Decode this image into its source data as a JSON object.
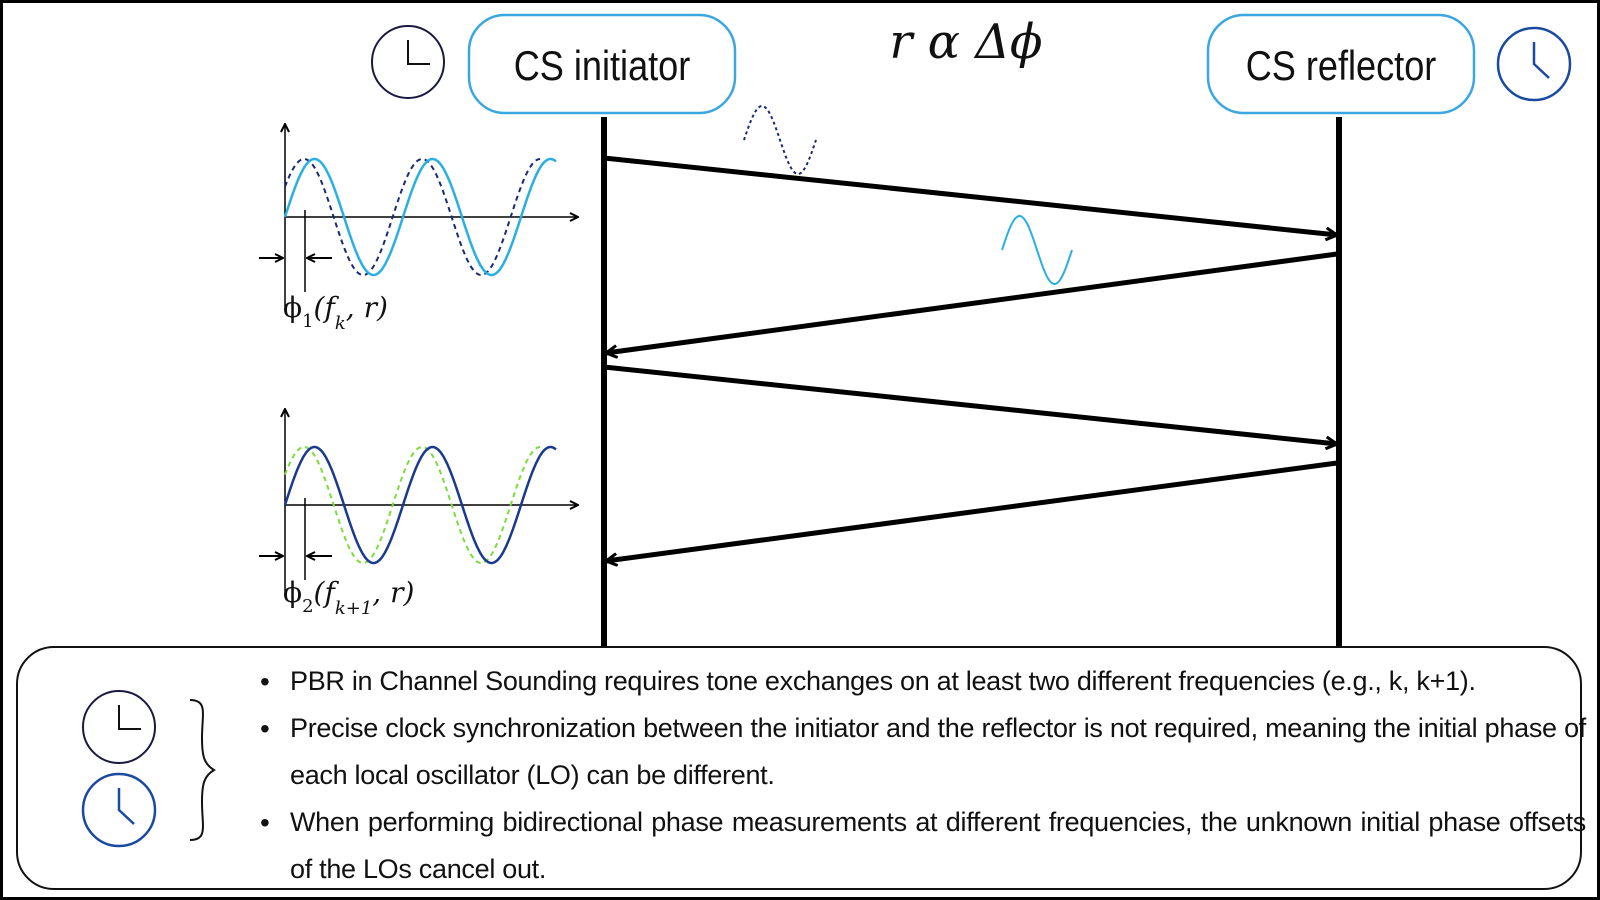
{
  "diagram": {
    "initiator_label": "CS initiator",
    "reflector_label": "CS reflector",
    "relation": "r α Δϕ",
    "phase_1": {
      "main": "ϕ",
      "sub": "1",
      "args_open": "(f",
      "args_sub": "k",
      "args_close": ", r)"
    },
    "phase_2": {
      "main": "ϕ",
      "sub": "2",
      "args_open": "(f",
      "args_sub": "k+1",
      "args_close": ", r)"
    }
  },
  "icons": {
    "initiator_clock": "clock-icon",
    "reflector_clock": "clock-icon",
    "legend_initiator_clock": "clock-icon",
    "legend_reflector_clock": "clock-icon",
    "brace": "curly-brace-icon"
  },
  "notes": [
    "PBR in Channel Sounding requires tone exchanges on at least two different frequencies (e.g., k, k+1).",
    "Precise clock synchronization between the initiator and the reflector is not required, meaning the initial phase of each local oscillator (LO) can be different.",
    "When performing bidirectional phase measurements at different frequencies, the unknown initial phase offsets of the LOs cancel out."
  ],
  "colors": {
    "initiator_wave": "#2ab0e0",
    "reflector_wave": "#1a3a8f",
    "reference_dashed_1": "#1a2a70",
    "reference_dashed_2": "#7ddc3c",
    "node_border": "#3aa7e0",
    "connector_left": "#5cc8e8",
    "connector_right": "#2a5aa0"
  }
}
